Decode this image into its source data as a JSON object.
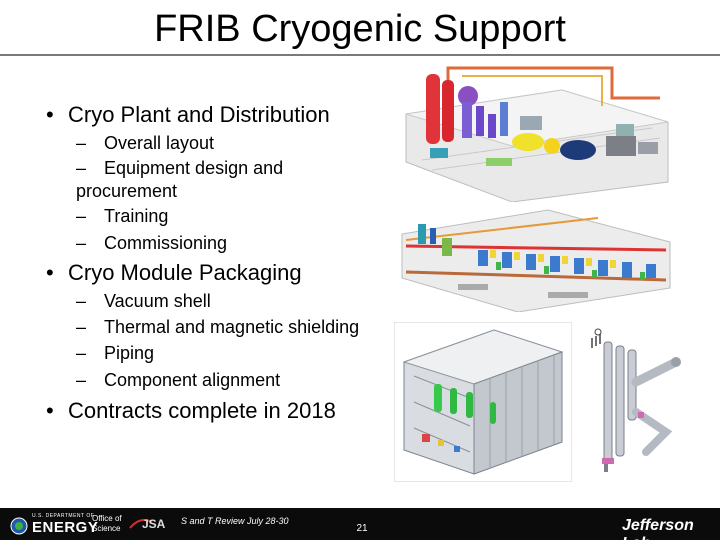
{
  "slide": {
    "title": "FRIB Cryogenic Support",
    "bullets": [
      {
        "text": "Cryo Plant and Distribution",
        "sub": [
          "Overall layout",
          "Equipment design and procurement",
          "Training",
          "Commissioning"
        ]
      },
      {
        "text": "Cryo Module Packaging",
        "sub": [
          "Vacuum shell",
          "Thermal and magnetic shielding",
          "Piping",
          "Component alignment"
        ]
      },
      {
        "text": "Contracts complete in 2018",
        "sub": []
      }
    ]
  },
  "footer": {
    "doe_small": "U.S. DEPARTMENT OF",
    "doe_big": "ENERGY",
    "office_line1": "Office of",
    "office_line2": "Science",
    "jsa": "JSA",
    "review": "S and T Review July 28-30",
    "page_number": "21",
    "lab": "Jefferson Lab"
  },
  "bullet_char": "•",
  "dash_char": "–"
}
